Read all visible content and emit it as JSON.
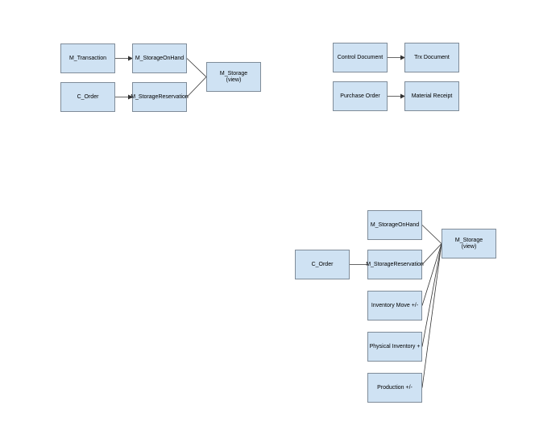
{
  "diagrams": [
    {
      "nodes": [
        {
          "id": "a1",
          "label": "M_Transaction"
        },
        {
          "id": "a2",
          "label": "C_Order"
        },
        {
          "id": "a3",
          "label": "M_StorageOnHand"
        },
        {
          "id": "a4",
          "label": "M_StorageReservation"
        },
        {
          "id": "a5",
          "label": "M_Storage\n(view)"
        }
      ],
      "edges": [
        {
          "from": "a1",
          "to": "a3",
          "arrow": true
        },
        {
          "from": "a2",
          "to": "a4",
          "arrow": true
        },
        {
          "from": "a3",
          "to": "a5",
          "arrow": false
        },
        {
          "from": "a4",
          "to": "a5",
          "arrow": false
        }
      ]
    },
    {
      "nodes": [
        {
          "id": "b1",
          "label": "Control Document"
        },
        {
          "id": "b2",
          "label": "Trx Document"
        },
        {
          "id": "b3",
          "label": "Purchase Order"
        },
        {
          "id": "b4",
          "label": "Material Receipt"
        }
      ],
      "edges": [
        {
          "from": "b1",
          "to": "b2",
          "arrow": true
        },
        {
          "from": "b3",
          "to": "b4",
          "arrow": true
        }
      ]
    },
    {
      "nodes": [
        {
          "id": "c1",
          "label": "C_Order"
        },
        {
          "id": "c2",
          "label": "M_StorageOnHand"
        },
        {
          "id": "c3",
          "label": "M_StorageReservation"
        },
        {
          "id": "c4",
          "label": "Inventory Move +/-"
        },
        {
          "id": "c5",
          "label": "Physical Inventory +"
        },
        {
          "id": "c6",
          "label": "Production +/-"
        },
        {
          "id": "c7",
          "label": "M_Storage\n(view)"
        }
      ],
      "edges": [
        {
          "from": "c1",
          "to": "c3",
          "arrow": false
        },
        {
          "from": "c2",
          "to": "c7",
          "arrow": false
        },
        {
          "from": "c3",
          "to": "c7",
          "arrow": false
        },
        {
          "from": "c4",
          "to": "c7",
          "arrow": false
        },
        {
          "from": "c5",
          "to": "c7",
          "arrow": false
        },
        {
          "from": "c6",
          "to": "c7",
          "arrow": false
        }
      ]
    }
  ]
}
